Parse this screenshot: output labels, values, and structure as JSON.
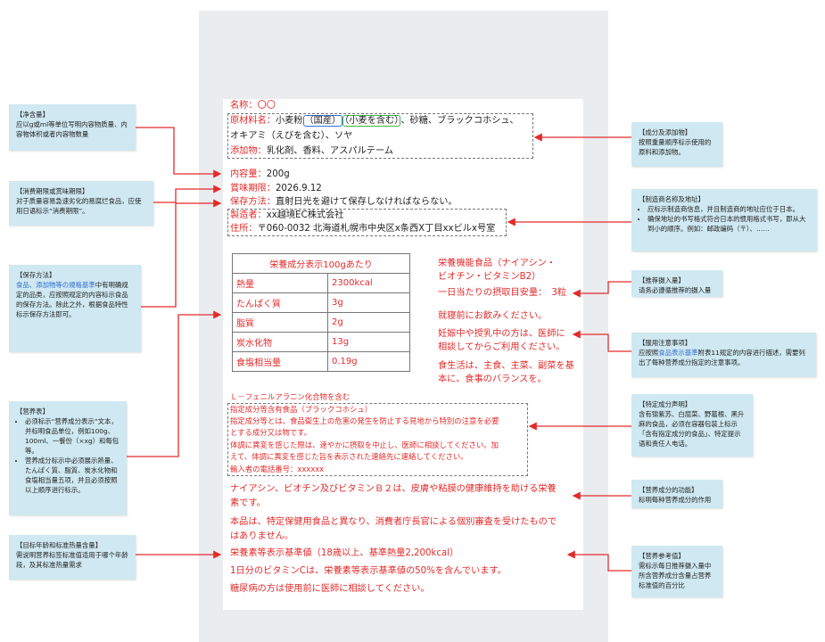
{
  "notes": {
    "net": {
      "title": "【净含量】",
      "body": "应以g或ml等单位写明内容物质量、内容物体积或者内容物数量"
    },
    "expiry": {
      "title": "【消费期限或赏味期限】",
      "body": "对于质量容易急速劣化的易腐烂食品，应使用日语标示“消费期限”。"
    },
    "storage": {
      "title": "【保存方法】",
      "body_blue": "食品、添加物等の規格基準",
      "body": "中有明确规定的品类，应按照规定的内容标示食品的保存方法。除此之外，根据食品特性标示保存方法即可。"
    },
    "nutrition": {
      "title": "【营养表】",
      "items": [
        "必须标示“营养成分表示”文本，并标明食品单位，例如100g、100ml、一餐份（×xg）和每包等。",
        "营养成分标示中必须展示熱量、たんぱく質、脂質、炭水化物和食塩相当量五项，并且必须按照以上顺序进行标示。"
      ]
    },
    "target": {
      "title": "【目标年龄和标准热量含量】",
      "body": "需说明营养标签标准值适用于哪个年龄段，及其标准热量需求"
    },
    "ingredients": {
      "title": "【成分及添加物】",
      "body": "按照重量顺序标示使用的原料和添加物。"
    },
    "maker": {
      "title": "【制造商名称及地址】",
      "items": [
        "应标示制造商信息，并且制造商的地址应位于日本。",
        "确保地址的书写格式符合日本的惯用格式书写，即从大到小的顺序。例如：邮政编码（〒）、……"
      ]
    },
    "intake": {
      "title": "【推荐摄入量】",
      "body": "请务必遵循推荐的摄入量"
    },
    "caution": {
      "title": "【服用注意事项】",
      "body_pre": "应按照",
      "body_blue": "食品表示基準",
      "body": "附表11规定的内容进行描述，需要列出了每种营养成分指定的注意事项。"
    },
    "specific": {
      "title": "【特定成分声明】",
      "body": "含有锦紫苏、白屈菜、野葛根、黑升麻的食品，必须在容器包装上标示「含有指定成分的食品」、特定提示语和责任人电话。"
    },
    "function": {
      "title": "【营养成分的功能】",
      "body": "标明每种营养成分的作用"
    },
    "reference": {
      "title": "【营养参考值】",
      "body": "需标示每日推荐摄入量中所含营养成分含量占营养标准值的百分比"
    }
  },
  "label": {
    "name_key": "名称：",
    "name_val": "〇〇",
    "raw_key": "原材料名：",
    "raw_1": "小麦粉",
    "raw_2": "（国産）",
    "raw_3": "（小麦を含む）",
    "raw_4": "、砂糖、ブラックコホシュ、",
    "raw_line2": "オキアミ（えびを含む）、ソヤ",
    "add_key": "添加物：",
    "add_val": "乳化剤、香料、アスパルテーム",
    "net_key": "内容量：",
    "net_val": "200g",
    "exp_key": "賞味期限：",
    "exp_val": "2026.9.12",
    "store_key": "保存方法：",
    "store_val": "直射日光を避けて保存しなければならない。",
    "maker_key": "製造者：",
    "maker_val": "xx越境EC株式会社",
    "addr_key": "住所：",
    "addr_val": "〒060-0032 北海道札幌市中央区x条西X丁目xxビルx号室"
  },
  "nutrition_table": {
    "header": "栄養成分表示100gあたり",
    "rows": [
      [
        "熱量",
        "2300kcal"
      ],
      [
        "たんぱく質",
        "3g"
      ],
      [
        "脂質",
        "2g"
      ],
      [
        "炭水化物",
        "13g"
      ],
      [
        "食塩相当量",
        "0.19g"
      ]
    ]
  },
  "right_text": {
    "func_1": "栄養機能食品（ナイアシン・",
    "func_2": "ビオチン・ビタミンB2）",
    "intake": "一日当たりの摂取目安量：　3粒",
    "advice": "就寝前にお飲みください。",
    "caution_1": "妊娠中や授乳中の方は、医師に",
    "caution_2": "相談してからご利用ください。",
    "diet_1": "食生活は、主食、主菜、副菜を基",
    "diet_2": "本に、食事のバランスを。"
  },
  "specific_text": {
    "l1": "Ｌ－フェニルアラニン化合物を含む",
    "l2": "指定成分等含有食品（ブラックコホシュ）",
    "l3": "指定成分等とは、食品衛生上の危害の発生を防止する見地から特別の注意を必要",
    "l4": "とする成分又は物です。",
    "l5": "体調に異変を感じた際は、速やかに摂取を中止し、医師に相談してください。加",
    "l6": "えて、体調に異変を感じた旨を表示された連絡先に連絡してください。",
    "l7": "輸入者の電話番号：xxxxxx"
  },
  "bottom_text": {
    "func_1": "ナイアシン、ビオチン及びビタミンＢ２は、皮膚や粘膜の健康維持を助ける栄養",
    "func_2": "素です。",
    "notice_1": "本品は、特定保健用食品と異なり、消費者庁長官による個別審査を受けたもので",
    "notice_2": "はありません。",
    "standard": "栄養素等表示基準値（18歳以上、基準熱量2,200kcal）",
    "percent": "1日分のビタミンCは、栄養素等表示基準値の50%を含んでいます。",
    "diabetes": "糖尿病の方は使用前に医師に相談してください。"
  },
  "colors": {
    "accent_red": "#e32b2b",
    "note_bg": "#cfe8f1",
    "panel_bg": "#ebecee",
    "link_blue": "#2f6fd1"
  }
}
